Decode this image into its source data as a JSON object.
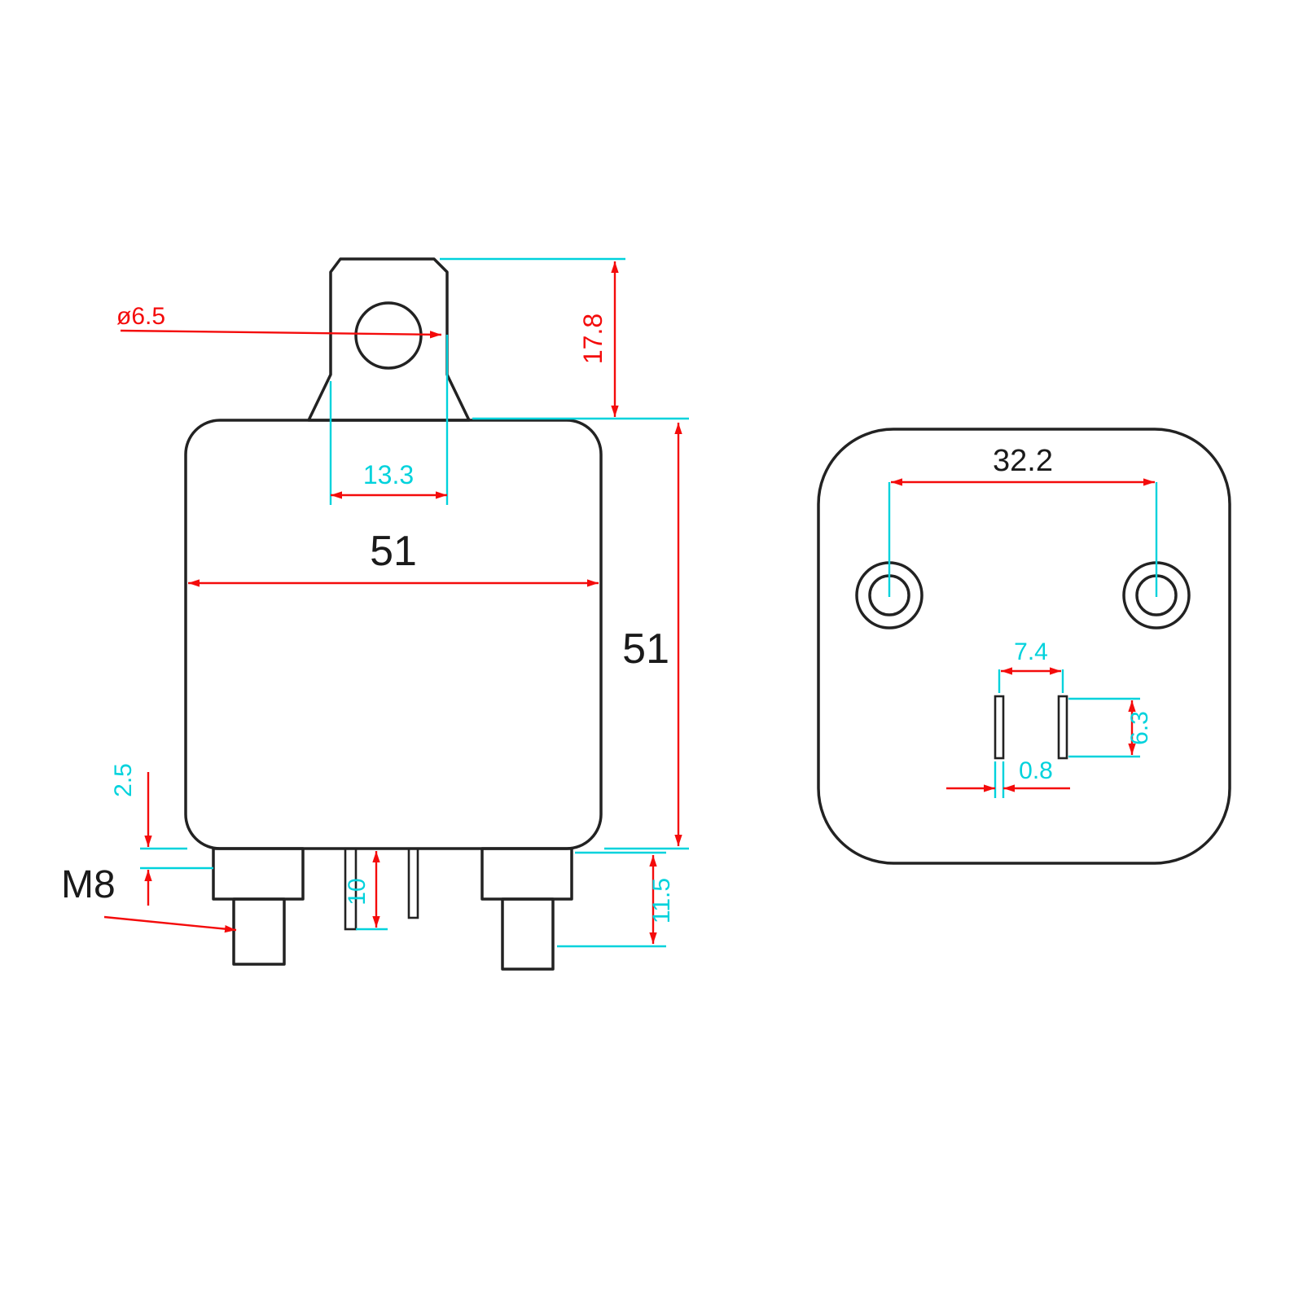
{
  "diagram": {
    "type": "technical-dimension-drawing",
    "subject": "automotive relay, front view and bottom view",
    "colors": {
      "dimension": "#f40b0b",
      "extension": "#00d2dc",
      "outline": "#222222"
    },
    "front_view": {
      "labels": {
        "hole_diameter": "ø6.5",
        "tab_height": "17.8",
        "tab_width": "13.3",
        "body_width": "51",
        "body_height": "51",
        "base_offset": "2.5",
        "stud_thread": "M8",
        "pin_length": "10",
        "stud_length": "11.5"
      }
    },
    "bottom_view": {
      "labels": {
        "hole_spacing": "32.2",
        "pin_spacing": "7.4",
        "pin_height": "6.3",
        "pin_width": "0.8"
      }
    }
  }
}
